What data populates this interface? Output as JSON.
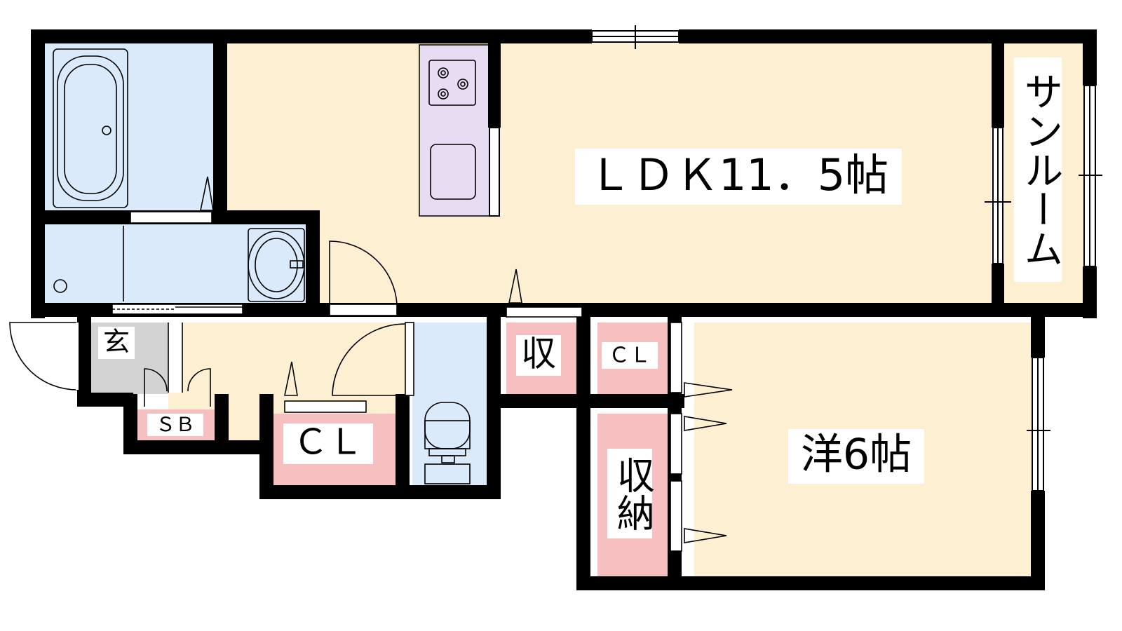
{
  "floorplan": {
    "rooms": {
      "ldk": "ＬＤＫ11．5帖",
      "western": "洋6帖",
      "sunroom": "サンルーム",
      "entrance": "玄",
      "shoe_box": "ＳＢ",
      "closet_hall": "ＣＬ",
      "closet_bedroom": "ＣＬ",
      "storage_small": "収",
      "storage_large": "収納"
    },
    "colors": {
      "wall": "#000000",
      "living": "#fdf0d2",
      "wet_area": "#daeafb",
      "kitchen": "#e8dcf3",
      "storage": "#f7c0c0",
      "entrance_floor": "#d3d3d3",
      "background": "#ffffff"
    }
  }
}
